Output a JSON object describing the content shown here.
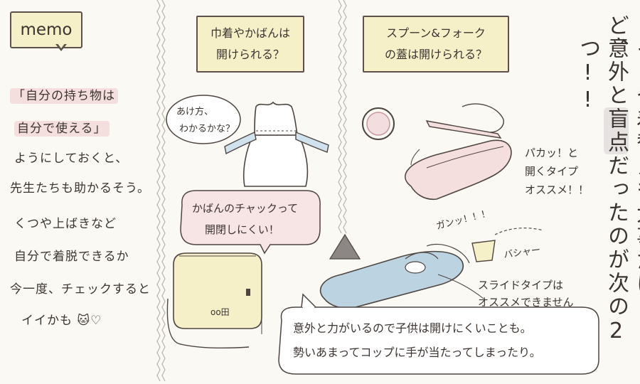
{
  "memo": {
    "label": "memo",
    "lines": [
      "「自分の持ち物は",
      "自分で使える」",
      "ようにしておくと、",
      "先生たちも助かるそう。",
      "くつや上ばきなど",
      "自分で着脱できるか",
      "今一度、チェックすると",
      "イイかも 🐱♡"
    ]
  },
  "panel2": {
    "title_line1": "巾着やかばんは",
    "title_line2": "開けられる？",
    "bubble1_line1": "あけ方、",
    "bubble1_line2": "わかるかな？",
    "bubble2_line1": "かばんのチャックって",
    "bubble2_line2": "開閉しにくい！",
    "bag_tag": "oo田"
  },
  "panel3": {
    "title_line1": "スプーン&フォーク",
    "title_line2": "の蓋は開けられる？",
    "note1_line1": "パカッ！と",
    "note1_line2": "開くタイプ",
    "note1_line3": "オススメ！！",
    "sfx1": "ガンッ！！！",
    "sfx2": "バシャー",
    "note2_line1": "スライドタイプは",
    "note2_line2": "オススメできません",
    "bottom_line1": "意外と力がいるので子供は開けにくいことも。",
    "bottom_line2": "勢いあまってコップに手が当たってしまったり。"
  },
  "vertical": {
    "col1": "トイレや着替えも大事だけど、",
    "col2_a": "意外と",
    "col2_b": "盲点",
    "col2_c": "だったのが次の2つ!!"
  }
}
